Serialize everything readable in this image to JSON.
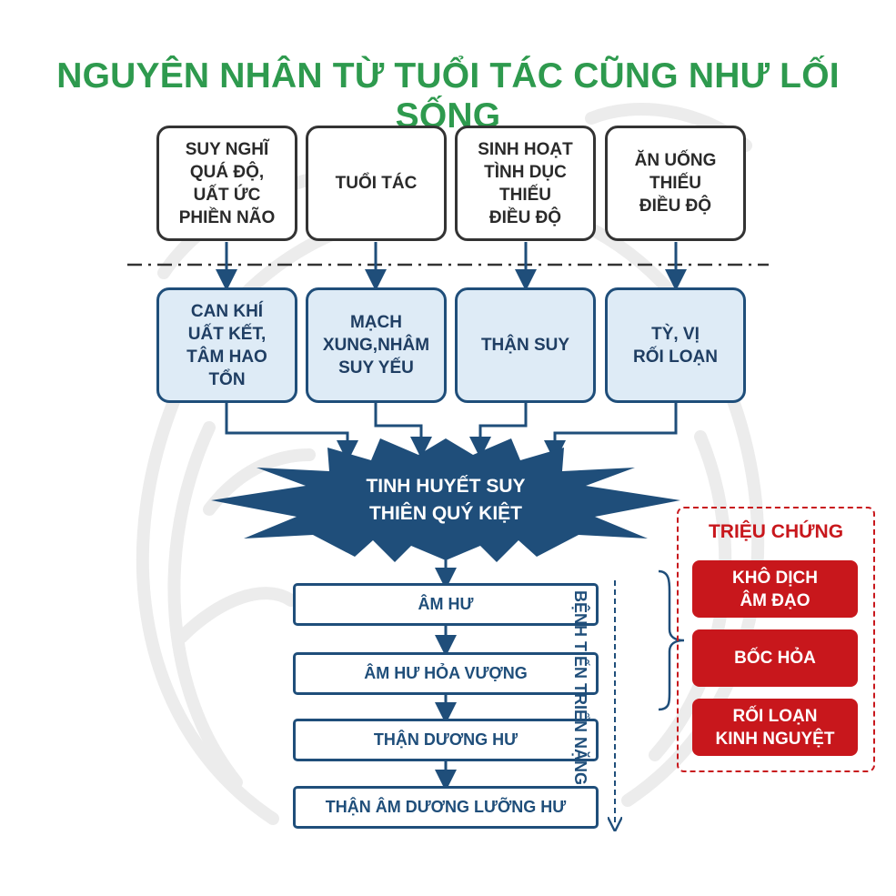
{
  "title": "NGUYÊN NHÂN TỪ TUỔI TÁC CŨNG NHƯ LỐI SỐNG",
  "causes": [
    "SUY NGHĨ\nQUÁ ĐỘ,\nUẤT ỨC\nPHIỀN NÃO",
    "TUỔI TÁC",
    "SINH HOẠT\nTÌNH DỤC\nTHIẾU\nĐIỀU ĐỘ",
    "ĂN UỐNG\nTHIẾU\nĐIỀU ĐỘ"
  ],
  "organs": [
    "CAN KHÍ\nUẤT KẾT,\nTÂM HAO\nTỔN",
    "MẠCH\nXUNG,NHÂM\nSUY YẾU",
    "THẬN SUY",
    "TỲ, VỊ\nRỐI LOẠN"
  ],
  "core": "TINH HUYẾT SUY\nTHIÊN QUÝ KIỆT",
  "stages": [
    "ÂM HƯ",
    "ÂM HƯ HỎA VƯỢNG",
    "THẬN DƯƠNG HƯ",
    "THẬN ÂM DƯƠNG LƯỠNG HƯ"
  ],
  "progress_label": "BỆNH TIẾN TRIỂN NẶNG",
  "symptoms": {
    "heading": "TRIỆU CHỨNG",
    "items": [
      "KHÔ DỊCH\nÂM ĐẠO",
      "BỐC HỎA",
      "RỐI LOẠN\nKINH NGUYỆT"
    ]
  },
  "colors": {
    "title": "#2e9a4e",
    "navy": "#1f4e7a",
    "organ_fill": "#deebf6",
    "symptom_red": "#c8171c"
  }
}
